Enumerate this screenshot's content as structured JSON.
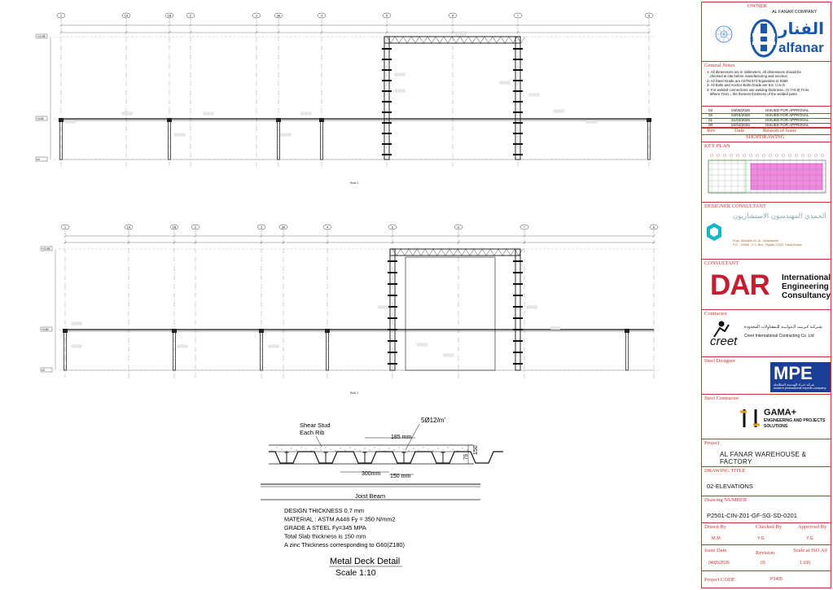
{
  "owner": {
    "header": "OWNER",
    "company": "AL FANAR COMPANY",
    "logo_arabic": "الفنار",
    "logo_text": "alfanar"
  },
  "general_notes": {
    "header": "General Notes",
    "items": [
      "1- All dimensions are in millimeters, All dimensions should be",
      "   checked at site before manufacturing and erection",
      "2- All Steel Grade are ASTM 572 Equivalent to S355",
      "3- All Bolts and Anchor Bolts Grade are 8.8  U.N.O",
      "4- For welded connections use welding thickness= (0.7×0.8) Tmin.",
      "   Where Tmin = the thinnest thickness of the welded parts."
    ]
  },
  "revisions": {
    "rows": [
      {
        "rev": "03",
        "date": "04/05/2026",
        "reason": "ISSUED FOR APPROVAL"
      },
      {
        "rev": "02",
        "date": "04/04/2026",
        "reason": "ISSUED FOR APPROVAL"
      },
      {
        "rev": "01",
        "date": "21/03/2026",
        "reason": "ISSUED FOR APPROVAL"
      },
      {
        "rev": "00",
        "date": "02/03/2026",
        "reason": "ISSUED FOR APPROVAL"
      }
    ],
    "col_rev": "Rev",
    "col_date": "Date",
    "col_reason": "Reason of Issue",
    "sheet_type": "SHOPDRAWING"
  },
  "key_plan": {
    "header": "KEY PLAN"
  },
  "designer_consultant": {
    "header": "DESIGNER CONSULTANT",
    "arabic_name": "الحمدي المهندسون الاستشاريون",
    "address": "Engr. Abdullah M. Al - Abdulkarim",
    "address2": "P.O. - 00966 - P.O. Box - Riyadh 11325, Saudi Arabia"
  },
  "consultant": {
    "header": "CONSULTANT",
    "logo": "DAR",
    "line1": "International",
    "line2": "Engineering",
    "line3": "Consultancy"
  },
  "contractor": {
    "header": "Contractor",
    "logo": "creet",
    "arabic": "شـركـة كـريـت الـدولـيـة للـمقـاولات المحدودة",
    "english": "Creet International Contracting Co. Ltd"
  },
  "steel_designer": {
    "header": "Steel Designer",
    "logo": "MPE",
    "arabic": "شركة خبراء الهندسة المتكاملة",
    "english": "modern professional experts company"
  },
  "steel_contractor": {
    "header": "Steel Contractor",
    "logo": "GAMA+",
    "line1": "ENGINEERING AND PROJECTS",
    "line2": "SOLUTIONS"
  },
  "project": {
    "header": "Project",
    "name": "AL FANAR WAREHOUSE & FACTORY"
  },
  "drawing_title": {
    "header": "DRAWING TITLE",
    "value": "02-ELEVATIONS"
  },
  "drawing_number": {
    "header": "Drawing NUMBER",
    "value": "P2501-CIN-Z01-GF-SG-SD-0201"
  },
  "signoff": {
    "drawn_by_label": "Drawn By",
    "checked_by_label": "Checked By",
    "approved_by_label": "Approved By",
    "drawn_by": "M.M",
    "checked_by": "Y.G",
    "approved_by": "Y.G",
    "issue_date_label": "Issue Date",
    "revision_label": "Revision",
    "scale_label": "Scale at ISO A0",
    "issue_date": "04/05/2026",
    "revision": "03",
    "scale": "1:100",
    "project_code_label": "Project CODE",
    "project_code": "P2405"
  },
  "elevation_top": {
    "grids": [
      "1",
      "1A",
      "1B",
      "2",
      "3",
      "3A",
      "4",
      "5",
      "6",
      "7",
      "8"
    ],
    "levels": [
      "+13.95",
      "+4.80",
      "±0"
    ],
    "caption": "Brid 2"
  },
  "elevation_bottom": {
    "grids": [
      "1",
      "1A",
      "1B",
      "2",
      "3",
      "3A",
      "4",
      "5",
      "6",
      "7",
      "8"
    ],
    "levels": [
      "+13.95",
      "+4.80",
      "±0"
    ],
    "caption": "Brid 1"
  },
  "deck_detail": {
    "shear_stud": "Shear Stud",
    "each_rib": "Each Rib",
    "rebar": "5Ø12/m'",
    "dim_185": "185 mm",
    "dim_300": "300mm",
    "dim_150": "150 mm",
    "dim_75": "75",
    "dim_150v": "150",
    "joist_beam": "Joist Beam",
    "specs": [
      "DESIGN THICKNESS 0.7 mm",
      "MATERIAL : ASTM A446 Fy = 350 N/mm2",
      "GRADE A STEEL Fy=345 MPA",
      "Total Slab thickness is 150 mm",
      "A zinc Thickness corresponding to G60(Z180)"
    ],
    "title": "Metal Deck Detail",
    "scale": "Scale 1:10"
  }
}
